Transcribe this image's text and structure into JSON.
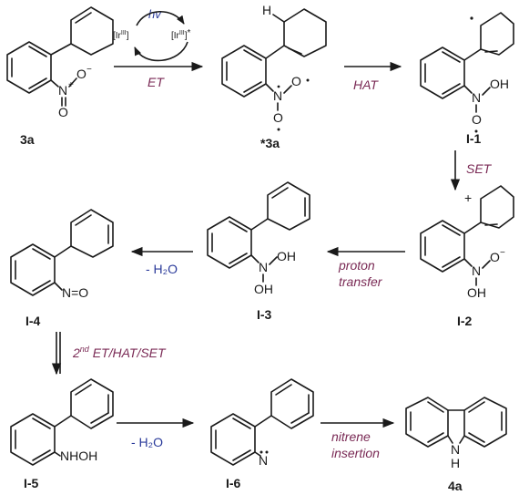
{
  "compounds": {
    "c3a": {
      "label": "3a"
    },
    "c3a_star": {
      "label": "*3a"
    },
    "i1": {
      "label": "I-1"
    },
    "i2": {
      "label": "I-2"
    },
    "i3": {
      "label": "I-3"
    },
    "i4": {
      "label": "I-4"
    },
    "i5": {
      "label": "I-5"
    },
    "i6": {
      "label": "I-6"
    },
    "c4a": {
      "label": "4a"
    }
  },
  "steps": {
    "et": "ET",
    "hat": "HAT",
    "set": "SET",
    "proton_1": "proton",
    "proton_2": "transfer",
    "h2o_1": "- H₂O",
    "h2o_2": "- H₂O",
    "second_sup": "nd",
    "second_num": "2",
    "second_rest": " ET/HAT/SET",
    "nitrene_1": "nitrene",
    "nitrene_2": "insertion"
  },
  "catalyst": {
    "hv": "hv",
    "ir_ground": "[Ir",
    "ir_ground_ox": "III",
    "ir_excited": "[Ir",
    "ir_excited_ox": "III",
    "ir_star": "*"
  },
  "atoms": {
    "N": "N",
    "O": "O",
    "H": "H",
    "OH": "OH",
    "NHOH": "NHOH",
    "NO": "N=O",
    "plus": "+",
    "minus": "−"
  }
}
